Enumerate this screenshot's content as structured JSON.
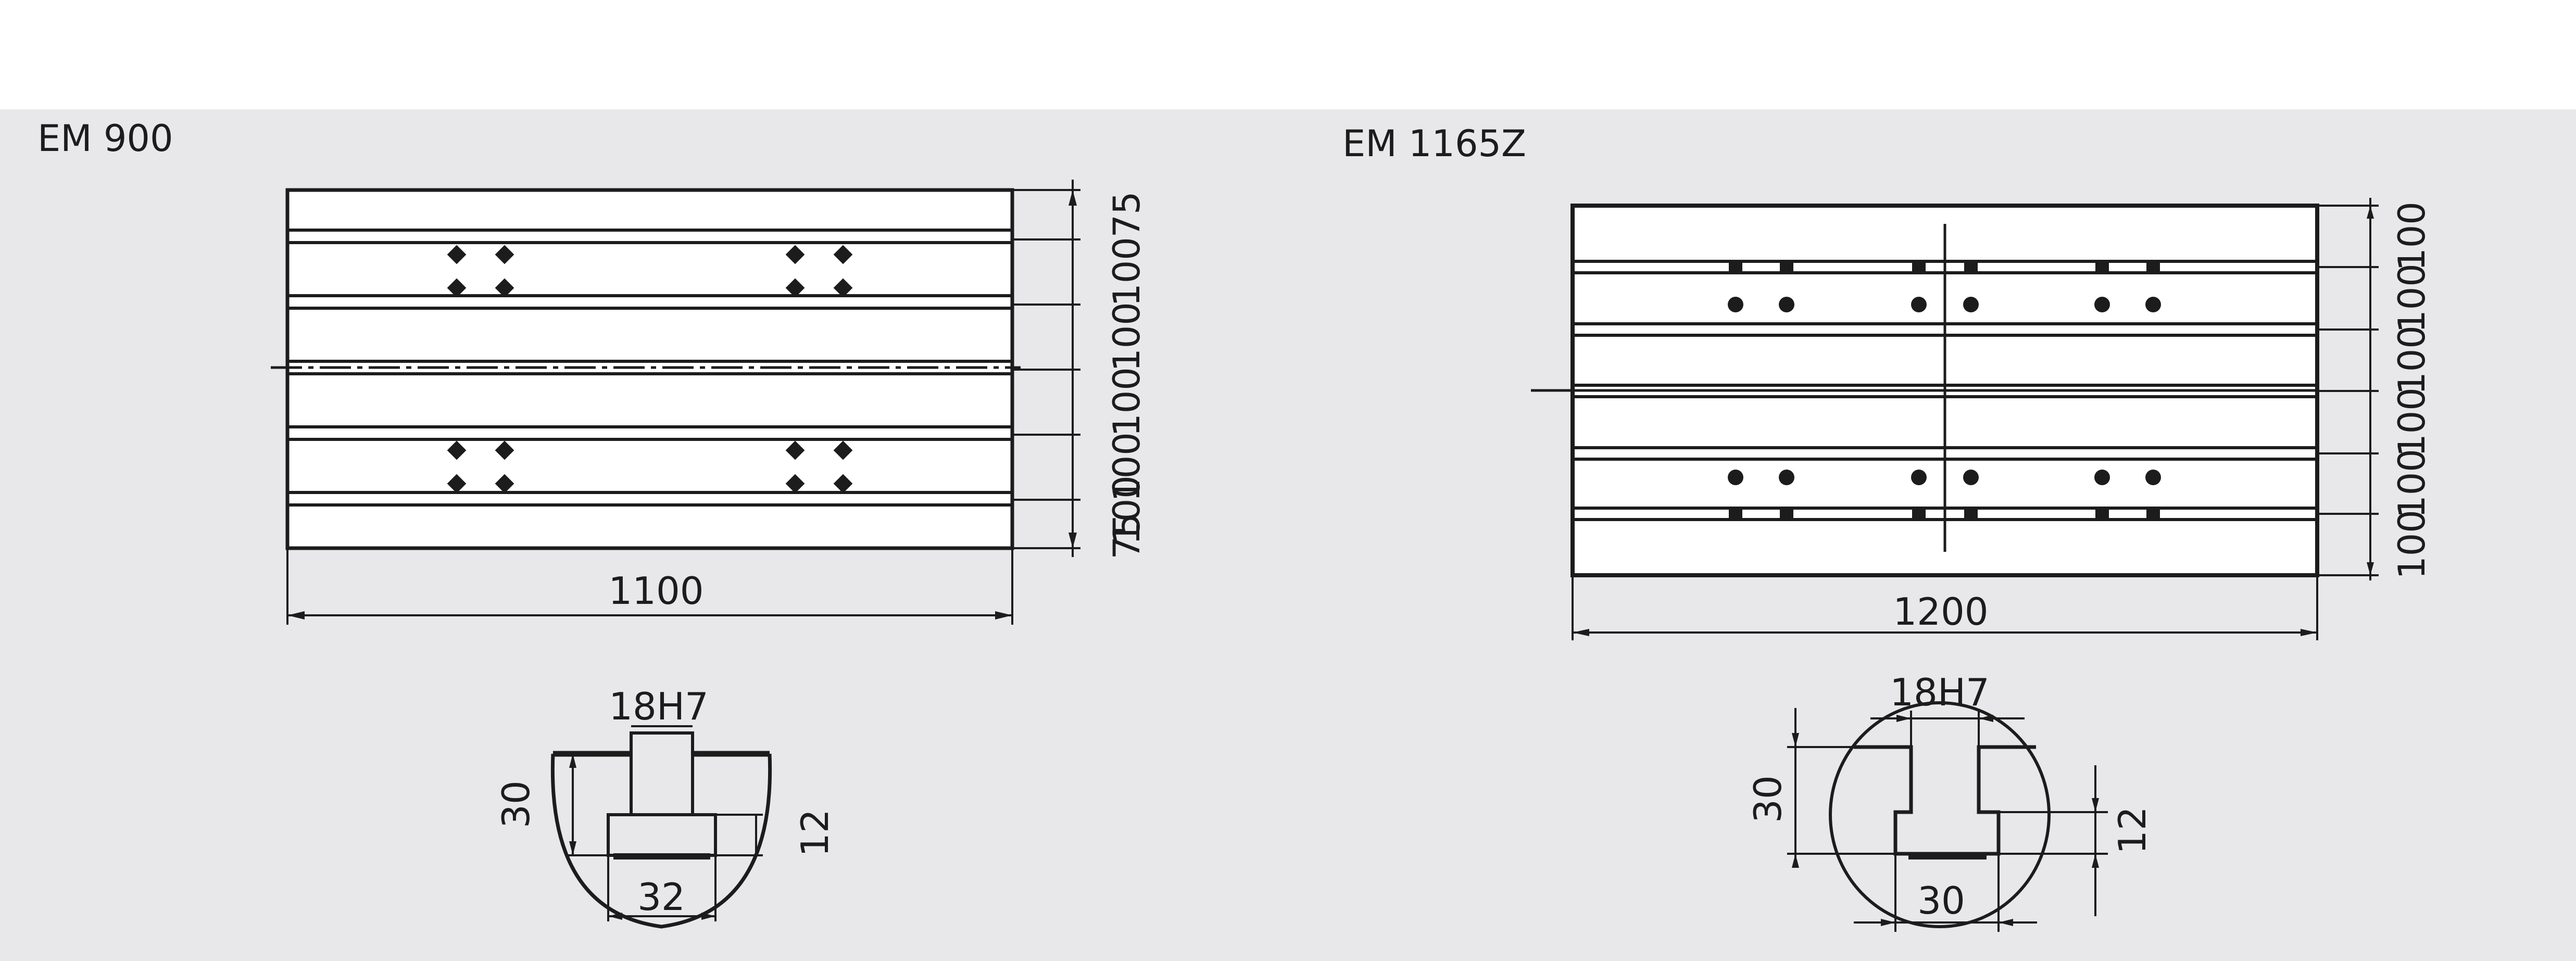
{
  "left_table": {
    "title": "EM 900",
    "width_label": "1100",
    "spacings": [
      "75",
      "100",
      "100",
      "100",
      "100",
      "100",
      "75"
    ],
    "slot": {
      "width_label": "18H7",
      "depth_label": "30",
      "lower_height_label": "12",
      "lower_width_label": "32"
    }
  },
  "right_table": {
    "title": "EM 1165Z",
    "width_label": "1200",
    "spacings": [
      "100",
      "100",
      "100",
      "100",
      "100",
      "100"
    ],
    "slot": {
      "width_label": "18H7",
      "depth_label": "30",
      "lower_height_label": "12",
      "lower_width_label": "30"
    }
  },
  "colors": {
    "panel": "#e8e8ea",
    "line": "#1c1c1c",
    "plate": "#ffffff"
  }
}
